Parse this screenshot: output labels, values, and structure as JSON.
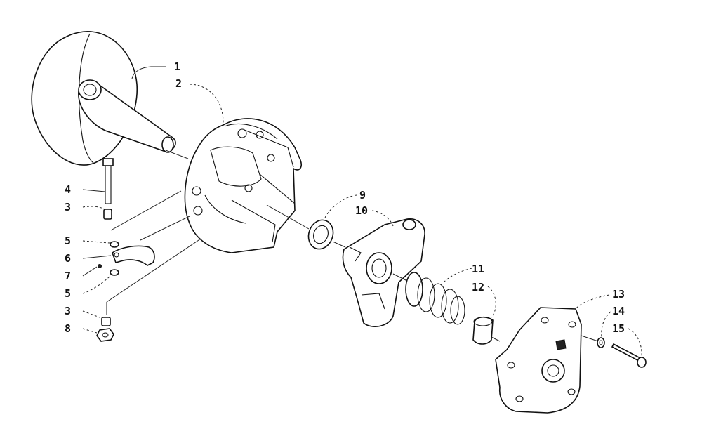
{
  "callouts": {
    "c1": "1",
    "c2": "2",
    "c3a": "3",
    "c3b": "3",
    "c4": "4",
    "c5a": "5",
    "c5b": "5",
    "c6": "6",
    "c7": "7",
    "c8": "8",
    "c9": "9",
    "c10": "10",
    "c11": "11",
    "c12": "12",
    "c13": "13",
    "c14": "14",
    "c15": "15"
  }
}
